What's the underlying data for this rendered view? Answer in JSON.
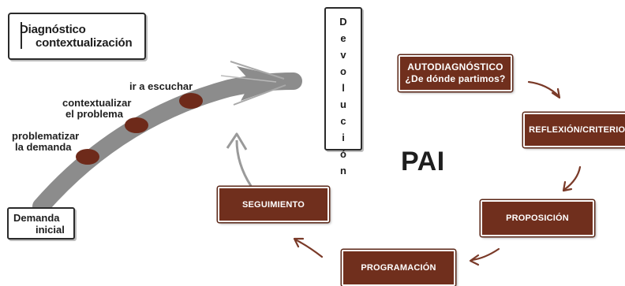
{
  "diagnostic_box": {
    "line1": "Diagnóstico",
    "line2": "contextualización"
  },
  "initial_box": {
    "line1": "Demanda",
    "line2": "inicial"
  },
  "path_labels": {
    "stage1": [
      "problematizar",
      "la demanda"
    ],
    "stage2": [
      "contextualizar",
      "el problema"
    ],
    "stage3": [
      "ir a escuchar"
    ]
  },
  "devolucion_letters": [
    "D",
    "e",
    "v",
    "o",
    "l",
    "u",
    "c",
    "i",
    "ó",
    "n"
  ],
  "center_label": "PAI",
  "cycle": {
    "autodiagnostico": [
      "AUTODIAGNÓSTICO",
      "¿De dónde partimos?"
    ],
    "reflexion": "REFLEXIÓN/CRITERIOS",
    "proposicion": "PROPOSICIÓN",
    "programacion": "PROGRAMACIÓN",
    "seguimiento": "SEGUIMIENTO"
  },
  "colors": {
    "box_red": "#702f1d",
    "arrow_red": "#7a3a28",
    "path_gray": "#8c8c8c",
    "node_brown": "#6e2a1a"
  }
}
